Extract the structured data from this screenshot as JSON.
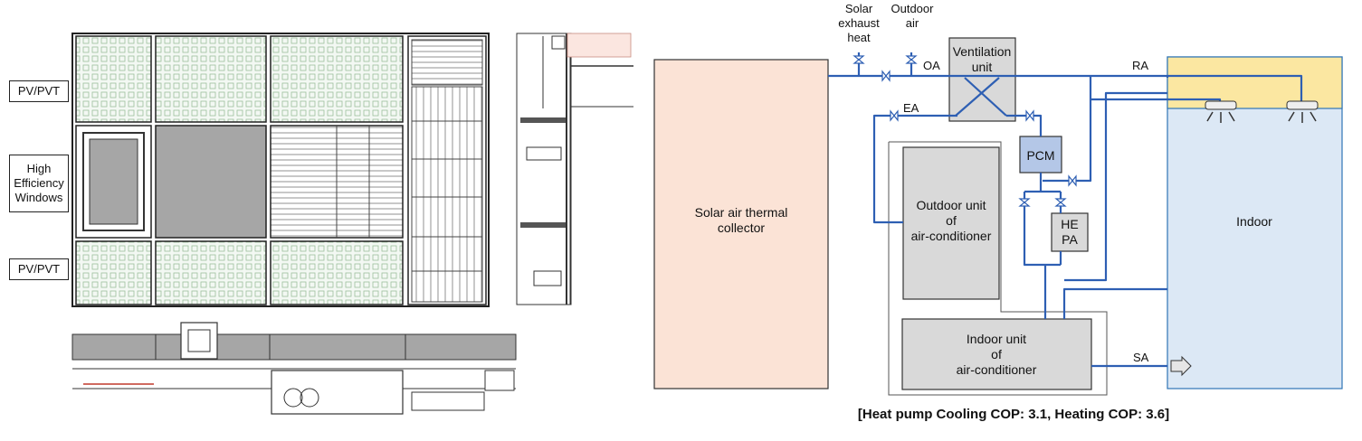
{
  "facade": {
    "labels": [
      "PV/PVT",
      "High\nEfficiency\nWindows",
      "PV/PVT"
    ]
  },
  "system": {
    "top_inlets": {
      "solar_exhaust_heat": "Solar\nexhaust\nheat",
      "outdoor_air": "Outdoor\nair"
    },
    "ventilation_unit": "Ventilation\nunit",
    "collector": "Solar air thermal\ncollector",
    "pcm": "PCM",
    "hepa": "HE\nPA",
    "outdoor_unit": "Outdoor unit\nof\nair-conditioner",
    "indoor_unit": "Indoor unit\nof\nair-conditioner",
    "indoor": "Indoor",
    "flows": {
      "oa": "OA",
      "ea": "EA",
      "ra": "RA",
      "sa": "SA"
    },
    "caption": "[Heat pump Cooling COP: 3.1, Heating COP: 3.6]"
  },
  "colors": {
    "duct": "#2e5fb3",
    "collector_fill": "#fbe3d6",
    "indoor_fill": "#dce8f5",
    "ceiling_fill": "#fbe7a1",
    "pcm_fill": "#b4c7e7",
    "unit_fill": "#d9d9d9"
  }
}
